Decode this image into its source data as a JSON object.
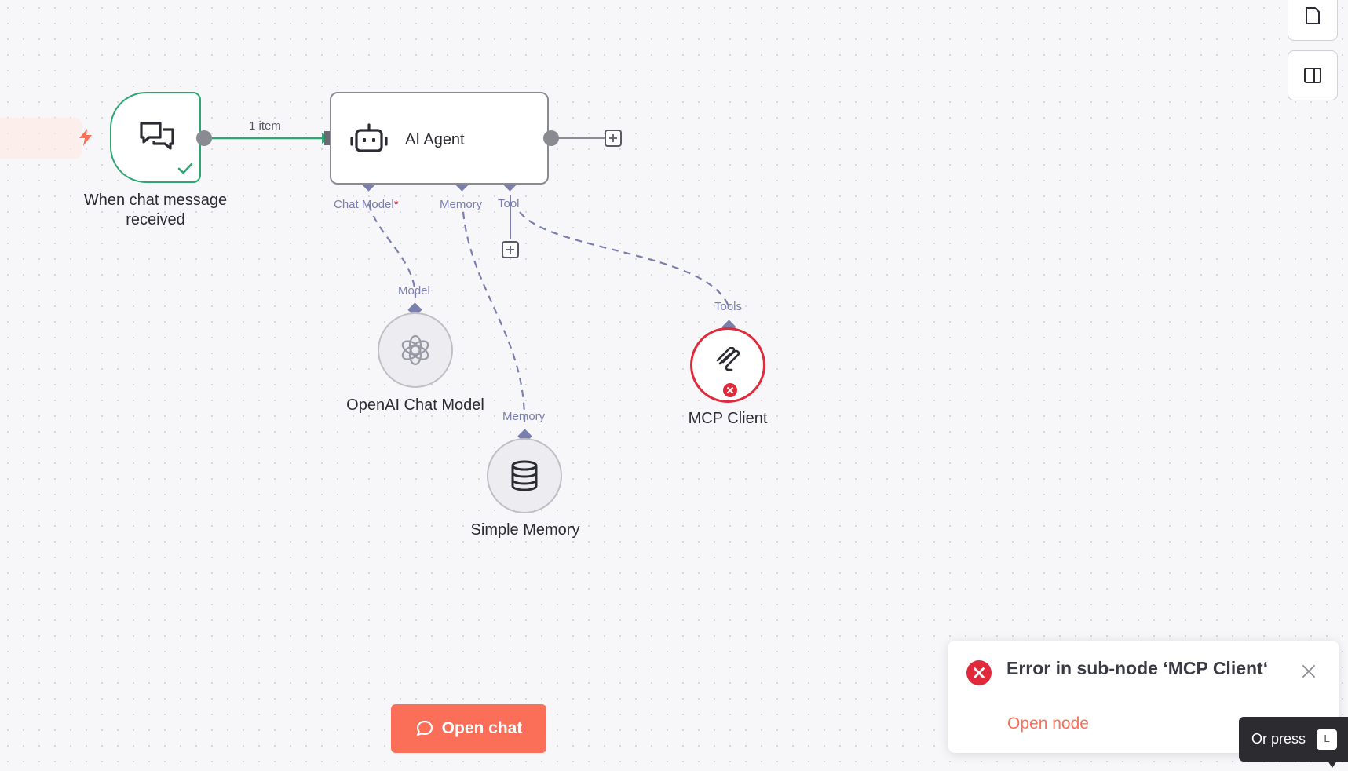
{
  "colors": {
    "success": "#2da671",
    "error": "#e02a3b",
    "accent": "#fb6e57",
    "connector": "#7b7fae",
    "node_border": "#8a8a93"
  },
  "nodes": {
    "trigger": {
      "label": "When chat message received",
      "icon": "chat-bubbles-icon",
      "status": "success"
    },
    "agent": {
      "title": "AI Agent",
      "icon": "robot-icon"
    },
    "openai": {
      "label": "OpenAI Chat Model",
      "icon": "openai-icon"
    },
    "memory": {
      "label": "Simple Memory",
      "icon": "database-icon"
    },
    "mcp": {
      "label": "MCP Client",
      "icon": "mcp-icon",
      "status": "error"
    }
  },
  "connections": {
    "main_items_label": "1 item",
    "agent_inputs": {
      "chat_model": "Chat Model",
      "required_mark": "*",
      "memory": "Memory",
      "tool": "Tool"
    },
    "sub_outputs": {
      "model": "Model",
      "memory": "Memory",
      "tools": "Tools"
    }
  },
  "toolbar": {
    "top_buttons": [
      "sticky-note-icon",
      "panel-toggle-icon"
    ]
  },
  "open_chat": {
    "label": "Open chat",
    "icon": "chat-icon"
  },
  "toast": {
    "title": "Error in sub-node ‘MCP Client‘",
    "link": "Open node",
    "icon": "error-circle-icon",
    "close_icon": "close-icon"
  },
  "tooltip": {
    "text": "Or press",
    "key": "L"
  }
}
